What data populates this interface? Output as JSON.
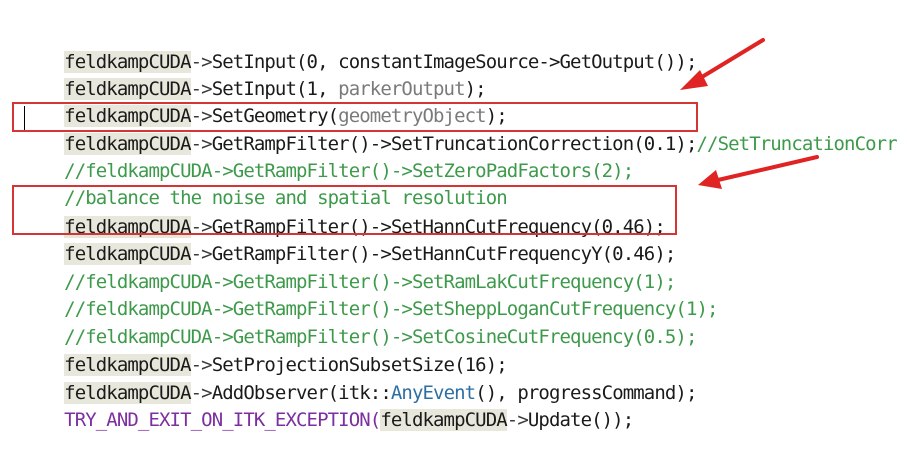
{
  "code": {
    "lines": [
      {
        "id": "l1",
        "ident": "feldkampCUDA",
        "arrow": "->",
        "rest": "SetInput(0, constantImageSource->GetOutput());"
      },
      {
        "id": "l2",
        "ident": "feldkampCUDA",
        "arrow": "->",
        "rest_a": "SetInput(1, ",
        "rest_faded": "parkerOutput",
        "rest_b": ");"
      },
      {
        "id": "l3",
        "ident": "feldkampCUDA",
        "arrow": "->",
        "rest_a": "SetGeometry(",
        "rest_faded": "geometryObject",
        "rest_b": ");"
      },
      {
        "id": "l4",
        "ident": "feldkampCUDA",
        "arrow": "->",
        "rest": "GetRampFilter()->SetTruncationCorrection(0.1);",
        "trailing_comment": "//SetTruncationCorr"
      },
      {
        "id": "l5",
        "comment": "//feldkampCUDA->GetRampFilter()->SetZeroPadFactors(2);"
      },
      {
        "id": "l6",
        "comment": "//balance the noise and spatial resolution"
      },
      {
        "id": "l7",
        "ident": "feldkampCUDA",
        "arrow": "->",
        "rest": "GetRampFilter()->SetHannCutFrequency(0.46);"
      },
      {
        "id": "l8",
        "ident": "feldkampCUDA",
        "arrow": "->",
        "rest": "GetRampFilter()->SetHannCutFrequencyY(0.46);"
      },
      {
        "id": "l9",
        "comment": "//feldkampCUDA->GetRampFilter()->SetRamLakCutFrequency(1);"
      },
      {
        "id": "l10",
        "comment": "//feldkampCUDA->GetRampFilter()->SetSheppLoganCutFrequency(1);"
      },
      {
        "id": "l11",
        "comment": "//feldkampCUDA->GetRampFilter()->SetCosineCutFrequency(0.5);"
      },
      {
        "id": "l12",
        "ident": "feldkampCUDA",
        "arrow": "->",
        "rest": "SetProjectionSubsetSize(16);"
      },
      {
        "id": "l13",
        "ident": "feldkampCUDA",
        "arrow": "->",
        "rest_a": "AddObserver(itk::",
        "rest_type": "AnyEvent",
        "rest_b": "(), progressCommand);"
      },
      {
        "id": "l14",
        "macro": "TRY_AND_EXIT_ON_ITK_EXCEPTION(",
        "ident": "feldkampCUDA",
        "arrow": "->",
        "rest": "Update());"
      }
    ]
  },
  "colors": {
    "highlight_box": "#d63535",
    "annotation_arrow": "#e02424",
    "comment": "#3d9a4a",
    "macro": "#7b2fa0",
    "identifier_bg": "#e7e8db"
  }
}
